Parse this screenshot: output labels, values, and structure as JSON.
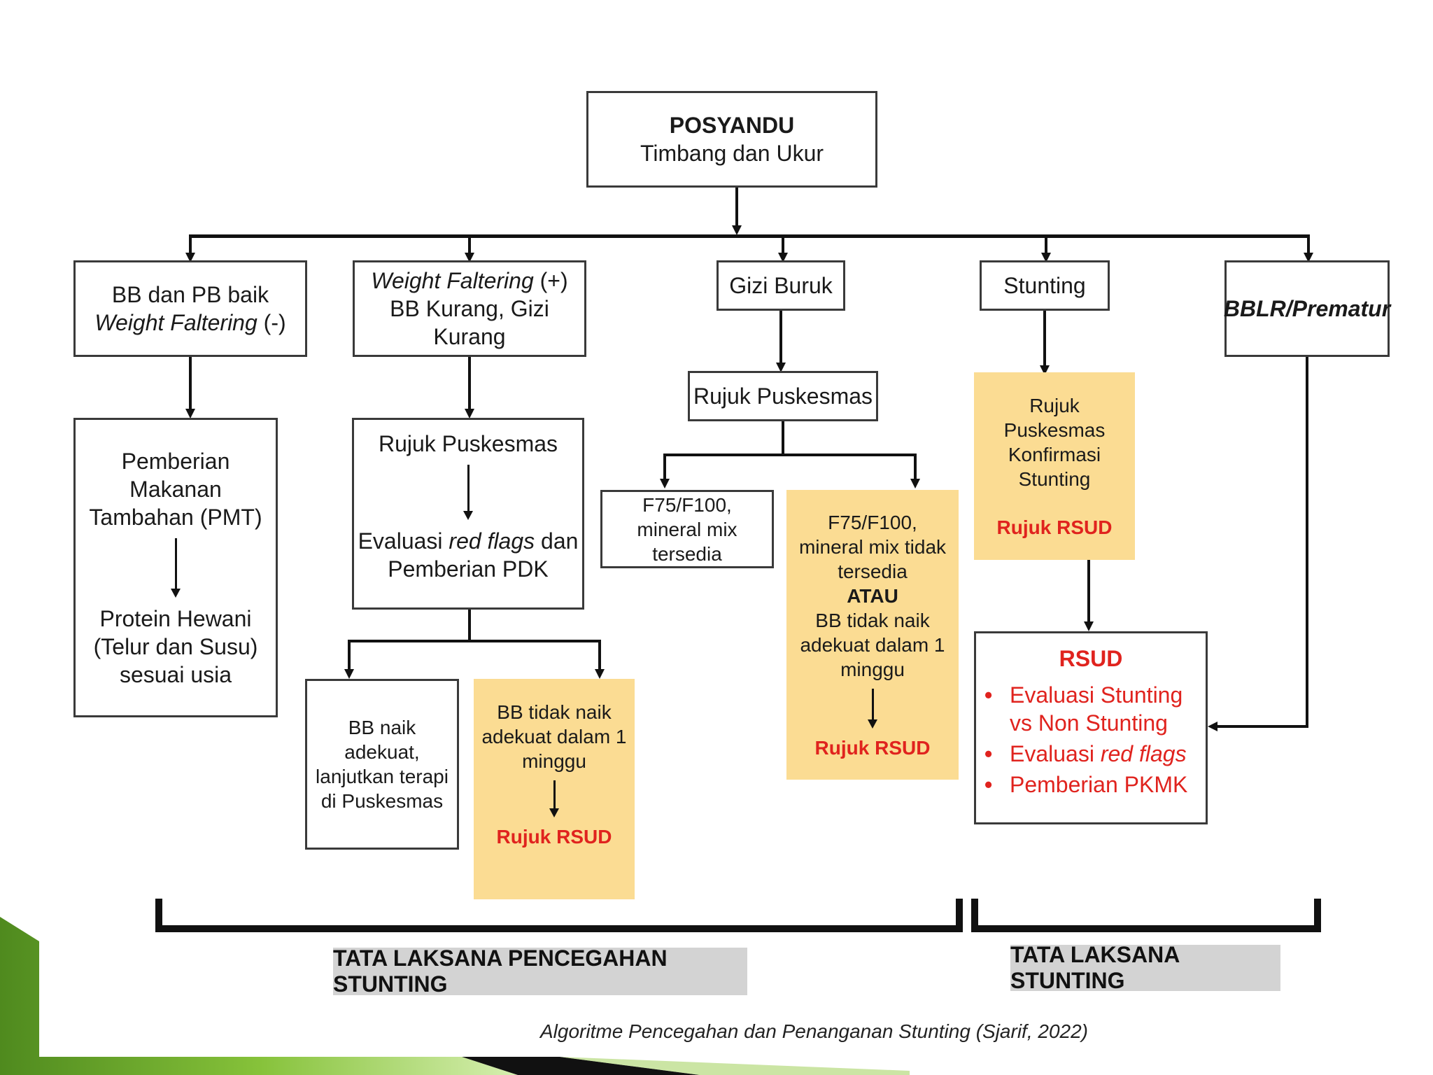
{
  "root": {
    "title": "POSYANDU",
    "subtitle": "Timbang dan Ukur"
  },
  "col1": {
    "head_line1": "BB dan PB baik",
    "head_line2_italic": "Weight Faltering",
    "head_line2_rest": " (-)",
    "body_top": "Pemberian Makanan Tambahan (PMT)",
    "body_bottom": "Protein Hewani (Telur dan Susu) sesuai usia"
  },
  "col2": {
    "head_line1_italic": "Weight Faltering",
    "head_line1_rest": " (+)",
    "head_line2": "BB Kurang, Gizi Kurang",
    "body_top": "Rujuk Puskesmas",
    "body_eval_pre": "Evaluasi ",
    "body_eval_italic": "red flags",
    "body_eval_post": " dan",
    "body_eval_line2": "Pemberian PDK",
    "left_leaf": "BB naik adekuat, lanjutkan terapi di Puskesmas",
    "right_leaf_text": "BB tidak naik adekuat dalam 1 minggu",
    "right_leaf_red": "Rujuk RSUD"
  },
  "col3": {
    "head": "Gizi Buruk",
    "mid": "Rujuk Puskesmas",
    "left_leaf": "F75/F100, mineral mix tersedia",
    "right_leaf_text1": "F75/F100, mineral mix tidak tersedia",
    "right_leaf_or": "ATAU",
    "right_leaf_text2": "BB tidak naik adekuat dalam 1 minggu",
    "right_leaf_red": "Rujuk RSUD"
  },
  "col4": {
    "head": "Stunting",
    "body_text": "Rujuk Puskesmas Konfirmasi Stunting",
    "body_red": "Rujuk RSUD"
  },
  "col5": {
    "head": "BBLR/Prematur"
  },
  "rsud": {
    "title": "RSUD",
    "item1": "Evaluasi Stunting vs Non Stunting",
    "item2_pre": "Evaluasi ",
    "item2_italic": "red flags",
    "item3": "Pemberian PKMK"
  },
  "labels": {
    "prevention": "TATA LAKSANA PENCEGAHAN STUNTING",
    "treatment": "TATA LAKSANA STUNTING"
  },
  "caption": "Algoritme Pencegahan dan Penanganan Stunting (Sjarif, 2022)",
  "colors": {
    "highlight_yellow": "#fbdc93",
    "alert_red": "#e0231e",
    "label_grey": "#d3d3d3",
    "deco_green": "#6aa52a"
  }
}
